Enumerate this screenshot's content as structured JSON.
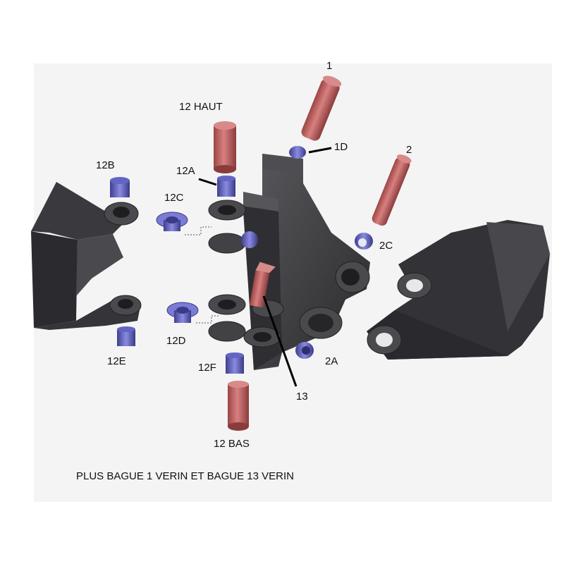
{
  "labels": {
    "p1": "1",
    "p1d": "1D",
    "p2": "2",
    "p2c": "2C",
    "p2a": "2A",
    "p12haut": "12 HAUT",
    "p12a": "12A",
    "p12b": "12B",
    "p12c": "12C",
    "p12d": "12D",
    "p12e": "12E",
    "p12f": "12F",
    "p12bas": "12 BAS",
    "p13": "13"
  },
  "note": "PLUS BAGUE 1 VERIN ET BAGUE 13 VERIN",
  "colors": {
    "pin": "#c96a6a",
    "pin_dark": "#9c4545",
    "bushing": "#7b7bd6",
    "bushing_dark": "#4f4fa8",
    "steel": "#3c3c3f",
    "steel_dark": "#232326",
    "steel_light": "#5a5a5e"
  }
}
